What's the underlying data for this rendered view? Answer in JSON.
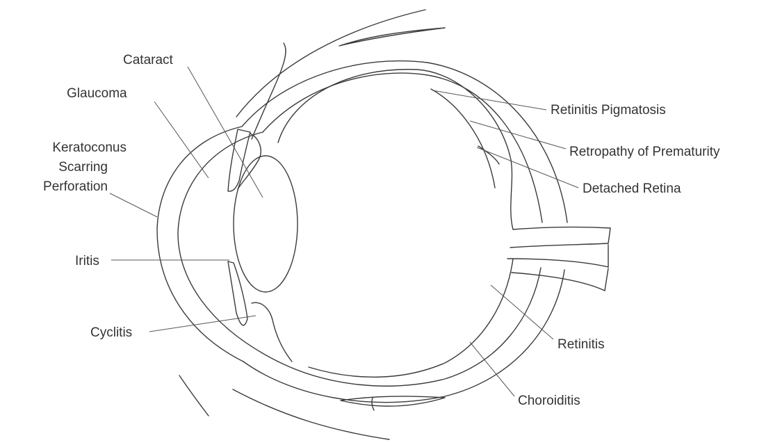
{
  "labels": {
    "cataract": "Cataract",
    "glaucoma": "Glaucoma",
    "keratoconus": "Keratoconus",
    "scarring": "Scarring",
    "perforation": "Perforation",
    "iritis": "Iritis",
    "cyclitis": "Cyclitis",
    "retinitis_pigmatosis": "Retinitis Pigmatosis",
    "retropathy": "Retropathy of Prematurity",
    "detached_retina": "Detached Retina",
    "retinitis": "Retinitis",
    "choroiditis": "Choroiditis"
  },
  "colors": {
    "ink": "#3a3a3a",
    "text": "#333333",
    "background": "#ffffff"
  }
}
